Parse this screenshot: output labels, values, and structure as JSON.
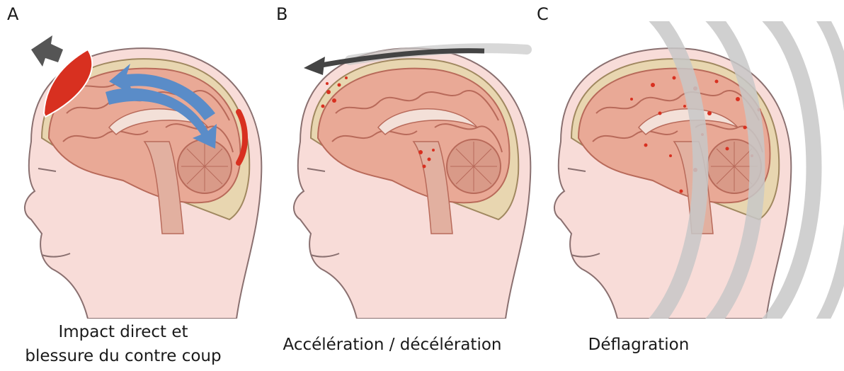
{
  "panels": [
    {
      "letter": "A",
      "caption_lines": [
        "Impact direct et",
        "blessure du contre coup"
      ]
    },
    {
      "letter": "B",
      "caption_lines": [
        "Accélération / décélération"
      ]
    },
    {
      "letter": "C",
      "caption_lines": [
        "Déflagration"
      ]
    }
  ],
  "colors": {
    "skin": "#f8dcd8",
    "skin_outline": "#8a7070",
    "skull": "#e8d6b0",
    "brain": "#e9a996",
    "brain_fold": "#b86a5a",
    "cerebellum": "#d99a88",
    "hemorrhage": "#d83020",
    "arrow_blue": "#5a8cc8",
    "impact_arrow": "#555555",
    "blast_wave": "#c8c8c8"
  }
}
